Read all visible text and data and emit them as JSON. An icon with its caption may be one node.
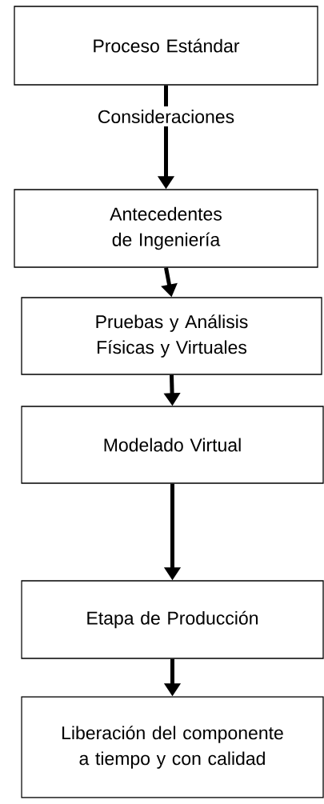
{
  "diagram": {
    "nodes": [
      {
        "text": [
          "Proceso Estándar"
        ]
      },
      {
        "text": [
          "Antecedentes de Ingeniería"
        ]
      },
      {
        "text": [
          "Pruebas y Análisis Físicas y Virtuales"
        ]
      },
      {
        "text": [
          "Modelado Virtual"
        ]
      },
      {
        "text": [
          "Etapa de Producción"
        ]
      },
      {
        "text": [
          "Liberación del componente a tiempo y con calidad"
        ]
      }
    ],
    "edges": [
      {
        "from": 0,
        "to": 1,
        "arrow": "to",
        "label": "Consideraciones"
      },
      {
        "from": 1,
        "to": 2,
        "arrow": "to"
      },
      {
        "from": 2,
        "to": 3,
        "arrow": "to"
      },
      {
        "from": 3,
        "to": 4,
        "arrow": "to"
      },
      {
        "from": 4,
        "to": 5,
        "arrow": "to"
      }
    ]
  }
}
